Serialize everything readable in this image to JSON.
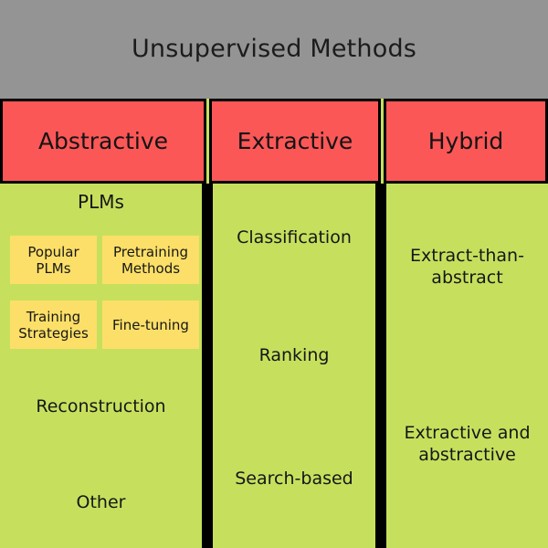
{
  "header": {
    "title": "Unsupervised Methods",
    "background_color": "#949494"
  },
  "colors": {
    "header_gray": "#949494",
    "category_red": "#fb5757",
    "column_green": "#c6e05e",
    "subitem_yellow": "#fcdf68",
    "divider_black": "#000000",
    "text_black": "#161616"
  },
  "categories": [
    {
      "label": "Abstractive"
    },
    {
      "label": "Extractive"
    },
    {
      "label": "Hybrid"
    }
  ],
  "columns": {
    "abstractive": {
      "group_label": "PLMs",
      "subitems": [
        {
          "label": "Popular PLMs"
        },
        {
          "label": "Pretraining Methods"
        },
        {
          "label": "Training Strategies"
        },
        {
          "label": "Fine-tuning"
        }
      ],
      "items": [
        {
          "label": "Reconstruction"
        },
        {
          "label": "Other"
        }
      ]
    },
    "extractive": {
      "items": [
        {
          "label": "Classification"
        },
        {
          "label": "Ranking"
        },
        {
          "label": "Search-based"
        }
      ]
    },
    "hybrid": {
      "items": [
        {
          "label": "Extract-than-abstract"
        },
        {
          "label": "Extractive and abstractive"
        }
      ]
    }
  }
}
